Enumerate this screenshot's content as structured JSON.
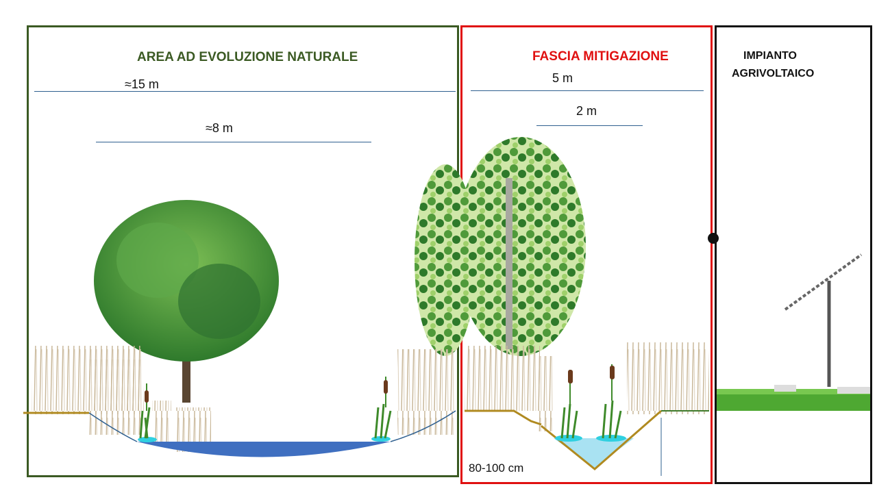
{
  "sections": {
    "natural": {
      "title": "AREA AD EVOLUZIONE NATURALE",
      "width_outer": "≈15 m",
      "width_inner": "≈8 m"
    },
    "mitigation": {
      "title": "FASCIA MITIGAZIONE",
      "width_outer": "5 m",
      "width_inner": "2 m",
      "depth": "80-100 cm"
    },
    "agrivoltaic": {
      "title_line1": "IMPIANTO",
      "title_line2": "AGRIVOLTAICO"
    }
  },
  "colors": {
    "natural_border": "#3b5a23",
    "mitigation_border": "#e01010",
    "agrivoltaic_border": "#111111",
    "pond_water": "#3f6fc0",
    "ditch_water": "#a9e2f2",
    "ground_line": "#b08a20"
  },
  "icons": [
    "willow-tree-icon",
    "poplar-tree-icon",
    "reed-icon",
    "cattail-icon",
    "solar-panel-icon",
    "grass-icon"
  ]
}
